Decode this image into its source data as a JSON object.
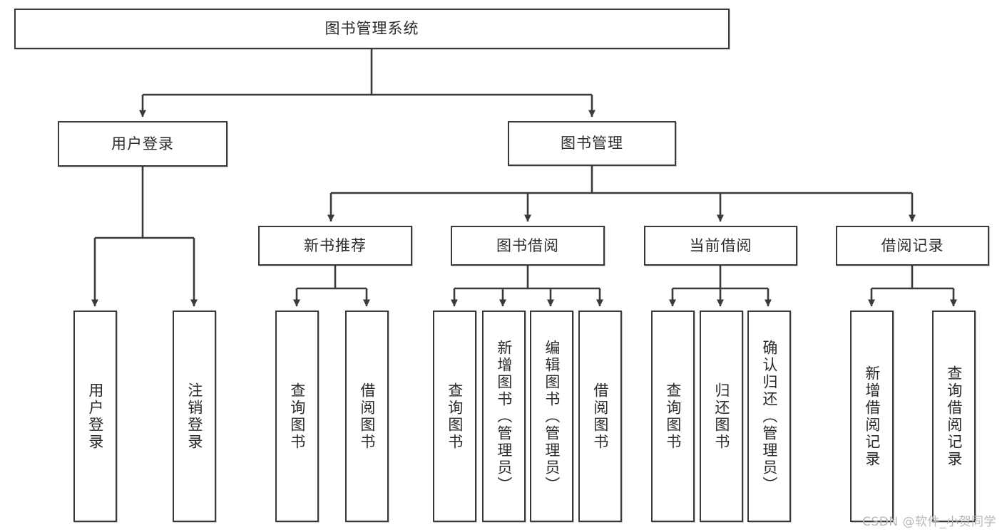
{
  "diagram": {
    "type": "tree-hierarchy",
    "title": "图书管理系统",
    "root": {
      "id": "root",
      "label": "图书管理系统",
      "orientation": "horizontal"
    },
    "level2": [
      {
        "id": "user-login",
        "label": "用户登录",
        "orientation": "horizontal"
      },
      {
        "id": "book-manage",
        "label": "图书管理",
        "orientation": "horizontal"
      }
    ],
    "level3": [
      {
        "id": "new-book-rec",
        "label": "新书推荐",
        "orientation": "horizontal",
        "parent": "book-manage"
      },
      {
        "id": "book-borrow",
        "label": "图书借阅",
        "orientation": "horizontal",
        "parent": "book-manage"
      },
      {
        "id": "current-borrow",
        "label": "当前借阅",
        "orientation": "horizontal",
        "parent": "book-manage"
      },
      {
        "id": "borrow-record",
        "label": "借阅记录",
        "orientation": "horizontal",
        "parent": "book-manage"
      }
    ],
    "leaves": [
      {
        "id": "leaf-user-login",
        "label": "用户登录",
        "parent": "user-login"
      },
      {
        "id": "leaf-user-logout",
        "label": "注销登录",
        "parent": "user-login"
      },
      {
        "id": "leaf-query-book-1",
        "label": "查询图书",
        "parent": "new-book-rec"
      },
      {
        "id": "leaf-borrow-book-1",
        "label": "借阅图书",
        "parent": "new-book-rec"
      },
      {
        "id": "leaf-query-book-2",
        "label": "查询图书",
        "parent": "book-borrow"
      },
      {
        "id": "leaf-add-book",
        "label": "新增图书（管理员）",
        "parent": "book-borrow"
      },
      {
        "id": "leaf-edit-book",
        "label": "编辑图书（管理员）",
        "parent": "book-borrow"
      },
      {
        "id": "leaf-borrow-book-2",
        "label": "借阅图书",
        "parent": "book-borrow"
      },
      {
        "id": "leaf-query-book-3",
        "label": "查询图书",
        "parent": "current-borrow"
      },
      {
        "id": "leaf-return-book",
        "label": "归还图书",
        "parent": "current-borrow"
      },
      {
        "id": "leaf-confirm-return",
        "label": "确认归还（管理员）",
        "parent": "current-borrow"
      },
      {
        "id": "leaf-add-record",
        "label": "新增借阅记录",
        "parent": "borrow-record"
      },
      {
        "id": "leaf-query-record",
        "label": "查询借阅记录",
        "parent": "borrow-record"
      }
    ]
  },
  "colors": {
    "stroke": "#3a3a3a",
    "fill": "#ffffff",
    "text": "#2b2b2b",
    "watermark": "#b9b9b9"
  },
  "watermark": {
    "text": "CSDN @软件_小贺同学"
  }
}
